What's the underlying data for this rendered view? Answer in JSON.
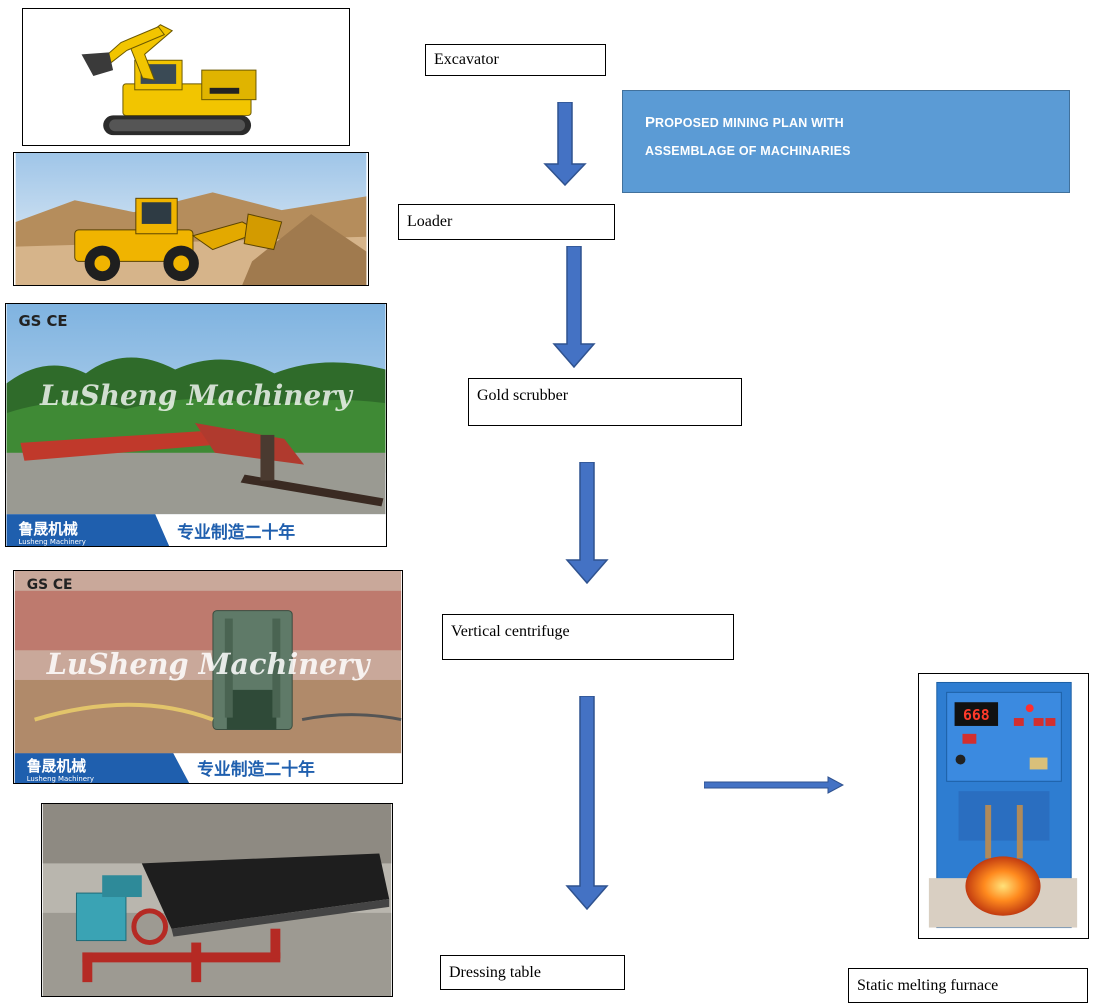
{
  "flow_steps": [
    {
      "id": "excavator",
      "label": "Excavator"
    },
    {
      "id": "loader",
      "label": "Loader"
    },
    {
      "id": "gold-scrubber",
      "label": "Gold scrubber"
    },
    {
      "id": "vertical-centrifuge",
      "label": "Vertical centrifuge"
    },
    {
      "id": "dressing-table",
      "label": "Dressing table"
    },
    {
      "id": "static-melting-furnace",
      "label": "Static melting furnace"
    }
  ],
  "callout": {
    "line1_first": "P",
    "line1_rest": "ROPOSED MINING PLAN WITH",
    "line2": "ASSEMBLAGE OF MACHINARIES"
  },
  "photo_text": {
    "watermark": "LuSheng Machinery",
    "brand_cn": "鲁晟机械",
    "brand_en": "Lusheng Machinery",
    "slogan_cn": "专业制造二十年",
    "cert_marks": "GS CE",
    "furnace_display": "668"
  },
  "colors": {
    "arrow_fill": "#4472c4",
    "arrow_stroke": "#2f528f",
    "callout_fill": "#5b9bd5",
    "machine_yellow": "#f2c500",
    "banner_blue": "#1f5fae"
  },
  "icons": [
    "down-arrow",
    "right-arrow"
  ]
}
